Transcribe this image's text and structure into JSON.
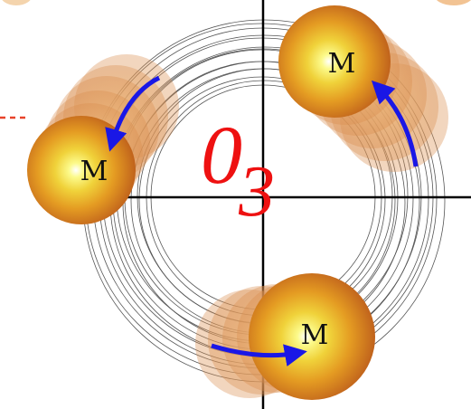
{
  "diagram": {
    "label": {
      "main": "0",
      "subscript": "3"
    },
    "masses": [
      {
        "id": "top-right",
        "label": "M",
        "motion": "counterclockwise"
      },
      {
        "id": "left",
        "label": "M",
        "motion": "counterclockwise"
      },
      {
        "id": "bottom",
        "label": "M",
        "motion": "counterclockwise"
      }
    ],
    "colors": {
      "label": "#ee1111",
      "arrow": "#1a17e6",
      "ring": "#555555",
      "axis": "#000000",
      "dashed-link": "#e8432a",
      "mass-core": "#f6f24a",
      "mass-mid": "#e9a51d",
      "mass-edge": "#c2661b"
    }
  }
}
